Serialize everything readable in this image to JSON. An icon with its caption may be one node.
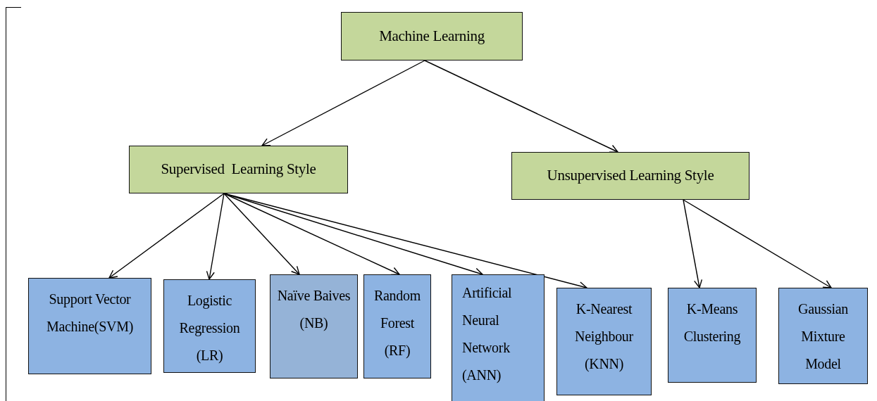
{
  "diagram": {
    "nodes": [
      {
        "text": [
          "Machine Learning"
        ]
      },
      {
        "text": [
          "Supervised  Learning Style"
        ]
      },
      {
        "text": [
          "Unsupervised Learning Style"
        ]
      },
      {
        "text": [
          "Support Vector Machine(SVM)"
        ]
      },
      {
        "text": [
          "Logistic Regression (LR)"
        ]
      },
      {
        "text": [
          "Naïve Baives (NB)"
        ]
      },
      {
        "text": [
          "Random Forest (RF)"
        ]
      },
      {
        "text": [
          "Artificial Neural Network (ANN)"
        ]
      },
      {
        "text": [
          "K-Nearest Neighbour (KNN)"
        ]
      },
      {
        "text": [
          "K-Means Clustering"
        ]
      },
      {
        "text": [
          "Gaussian Mixture Model"
        ]
      }
    ],
    "edges": [
      {
        "from": 0,
        "to": 1,
        "arrow": "to"
      },
      {
        "from": 0,
        "to": 2,
        "arrow": "to"
      },
      {
        "from": 1,
        "to": 3,
        "arrow": "to"
      },
      {
        "from": 1,
        "to": 4,
        "arrow": "to"
      },
      {
        "from": 1,
        "to": 5,
        "arrow": "to"
      },
      {
        "from": 1,
        "to": 6,
        "arrow": "to"
      },
      {
        "from": 1,
        "to": 7,
        "arrow": "to"
      },
      {
        "from": 1,
        "to": 8,
        "arrow": "to"
      },
      {
        "from": 2,
        "to": 9,
        "arrow": "to"
      },
      {
        "from": 2,
        "to": 10,
        "arrow": "to"
      }
    ]
  }
}
